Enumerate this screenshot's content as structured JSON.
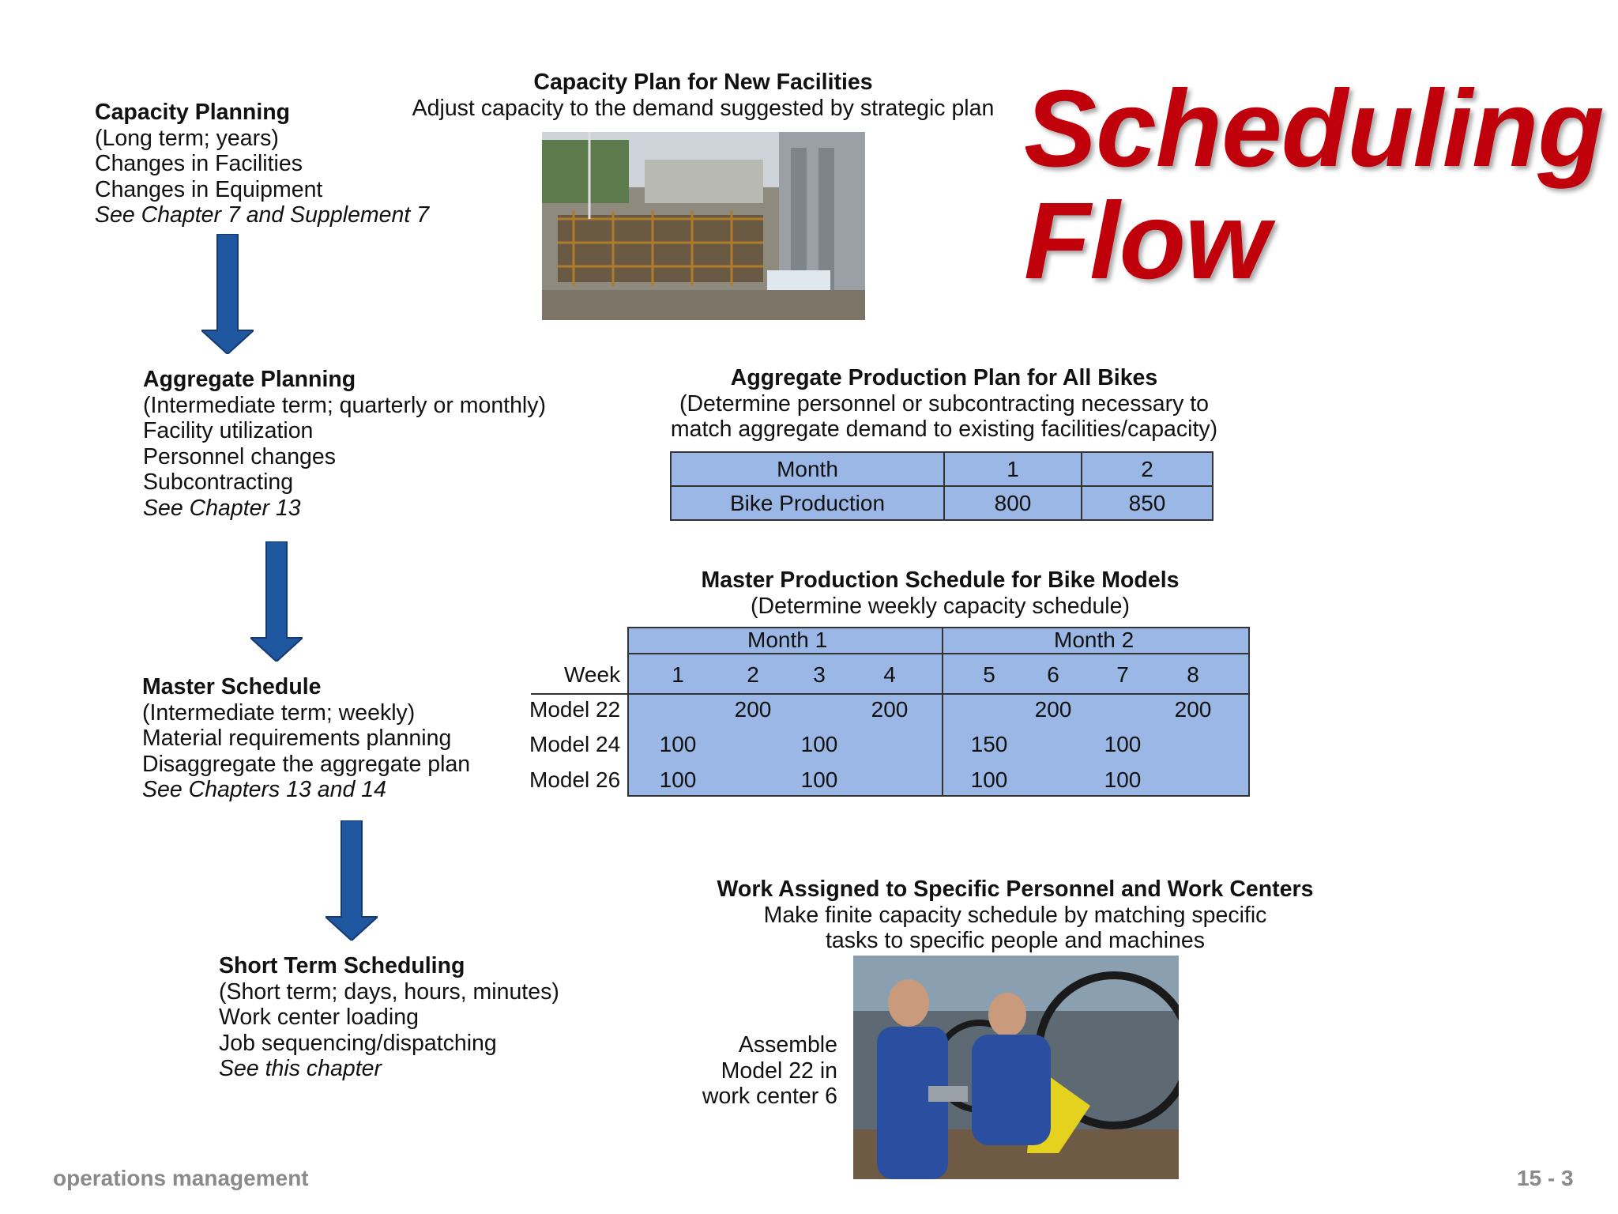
{
  "title_line1": "Scheduling",
  "title_line2": "Flow",
  "capacity": {
    "heading": "Capacity Planning",
    "lines": [
      "(Long term; years)",
      "Changes in Facilities",
      "Changes in Equipment"
    ],
    "ref": "See Chapter 7 and Supplement 7"
  },
  "capacity_plan": {
    "heading": "Capacity Plan for New Facilities",
    "line": "Adjust capacity to the demand suggested by strategic plan",
    "photo": "construction-site-photo"
  },
  "aggregate": {
    "heading": "Aggregate Planning",
    "lines": [
      "(Intermediate term; quarterly or monthly)",
      "Facility utilization",
      "Personnel changes",
      "Subcontracting"
    ],
    "ref": "See Chapter 13"
  },
  "aggregate_plan": {
    "heading": "Aggregate Production Plan for All Bikes",
    "lines": [
      "(Determine personnel or subcontracting necessary to",
      "match aggregate demand to existing facilities/capacity)"
    ],
    "table": {
      "row1": [
        "Month",
        "1",
        "2"
      ],
      "row2": [
        "Bike Production",
        "800",
        "850"
      ]
    }
  },
  "master": {
    "heading": "Master Schedule",
    "lines": [
      "(Intermediate term; weekly)",
      "Material requirements planning",
      "Disaggregate the aggregate plan"
    ],
    "ref": "See Chapters 13 and 14"
  },
  "mps": {
    "heading": "Master Production Schedule for Bike Models",
    "line": "(Determine weekly capacity schedule)",
    "month1": "Month 1",
    "month2": "Month 2",
    "week_label": "Week",
    "weeks": [
      "1",
      "2",
      "3",
      "4",
      "5",
      "6",
      "7",
      "8"
    ],
    "models": [
      "Model 22",
      "Model 24",
      "Model 26"
    ],
    "rows": [
      [
        "",
        "200",
        "",
        "200",
        "",
        "200",
        "",
        "200"
      ],
      [
        "100",
        "",
        "100",
        "",
        "150",
        "",
        "100",
        ""
      ],
      [
        "100",
        "",
        "100",
        "",
        "100",
        "",
        "100",
        ""
      ]
    ]
  },
  "short_term": {
    "heading": "Short Term Scheduling",
    "lines": [
      "(Short term; days, hours, minutes)",
      "Work center loading",
      "Job sequencing/dispatching"
    ],
    "ref": "See this chapter"
  },
  "work": {
    "heading": "Work Assigned to Specific Personnel and Work Centers",
    "lines": [
      "Make finite capacity schedule by matching specific",
      "tasks to specific people and machines"
    ],
    "caption": [
      "Assemble",
      "Model 22 in",
      "work center 6"
    ],
    "photo": "bike-assembly-photo"
  },
  "colors": {
    "title": "#c0000b",
    "table_fill": "#9bb7e5",
    "arrow": "#1f56a0"
  },
  "footer": {
    "left": "operations management",
    "right": "15 - 3"
  }
}
